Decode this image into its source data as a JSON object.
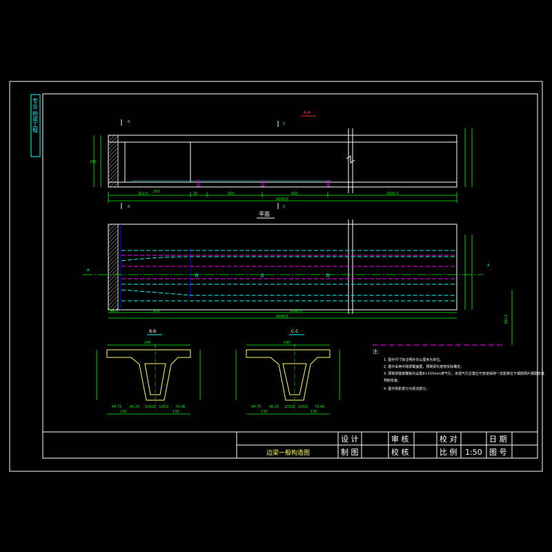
{
  "drawing": {
    "section_aa_title": "A-A",
    "plan_title": "平面",
    "section_bb_title": "B-B",
    "section_cc_title": "C-C",
    "cut_marks": [
      "A",
      "A",
      "B",
      "B",
      "C",
      "C"
    ],
    "side_stamp": "专业 桥梁工程",
    "colors": {
      "background": "#000000",
      "outline": "#ffffff",
      "concrete": "#ffff66",
      "dimension": "#00ff00",
      "hidden_cyan": "#00ffff",
      "hidden_magenta": "#ff00ff",
      "center_line": "#00ff00",
      "section_marker": "#ff3333"
    }
  },
  "dimensions": {
    "aa_total": "4000/2",
    "aa_seg1": "312.5",
    "aa_seg2": "30",
    "aa_seg3": "500",
    "aa_seg4": "500",
    "aa_seg5": "2000.0",
    "aa_end": "200",
    "aa_height": "160",
    "plan_total": "4000/2",
    "plan_seg1": "200",
    "plan_seg2": "1000.0",
    "plan_end": "62.5",
    "bb_top": "240",
    "bb_bottom": "130",
    "cc_top": "240",
    "cc_bottom": "130",
    "bb_halves": [
      "44.75",
      "45.25",
      "100/2",
      "100/2",
      "73.41"
    ],
    "cc_halves": [
      "44.75",
      "45.25",
      "100/2",
      "100/2",
      "73.41"
    ],
    "right_vertical": "392.5"
  },
  "notes": {
    "heading": "注:",
    "items": [
      "1. 图中尺寸除注明外均以厘米为单位。",
      "2. 图中采用中跨梁截面图，预制梁长度按实际确定。",
      "3. 预制梁端部腹板内设置8×150mm排气孔，渗透气孔位置应与管道保持一定距离位于钢筋网片钢筋安装",
      "   预制安装。",
      "4. 图中阴影部分为现浇部分。"
    ]
  },
  "title_block": {
    "design": "设 计",
    "review": "审 核",
    "check": "校 对",
    "date": "日 期",
    "drawn": "制 图",
    "verify": "校 核",
    "scale_label": "比 例",
    "scale_value": "1:50",
    "drawing_no": "图 号",
    "drawing_title": "边梁一般构造图"
  }
}
